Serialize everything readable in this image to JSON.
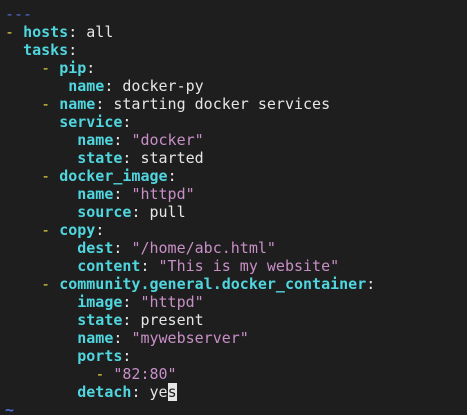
{
  "editor": {
    "lines": [
      {
        "indent": "",
        "parts": [
          {
            "t": "---",
            "c": "docstart"
          }
        ]
      },
      {
        "indent": "",
        "parts": [
          {
            "t": "- ",
            "c": "dash"
          },
          {
            "t": "hosts",
            "c": "key"
          },
          {
            "t": ": all",
            "c": "plain"
          }
        ]
      },
      {
        "indent": "  ",
        "parts": [
          {
            "t": "tasks",
            "c": "key"
          },
          {
            "t": ":",
            "c": "plain"
          }
        ]
      },
      {
        "indent": "    ",
        "parts": [
          {
            "t": "- ",
            "c": "dash"
          },
          {
            "t": "pip",
            "c": "key"
          },
          {
            "t": ":",
            "c": "plain"
          }
        ]
      },
      {
        "indent": "       ",
        "parts": [
          {
            "t": "name",
            "c": "key"
          },
          {
            "t": ": docker-py",
            "c": "plain"
          }
        ]
      },
      {
        "indent": "    ",
        "parts": [
          {
            "t": "- ",
            "c": "dash"
          },
          {
            "t": "name",
            "c": "key"
          },
          {
            "t": ": starting docker services",
            "c": "plain"
          }
        ]
      },
      {
        "indent": "      ",
        "parts": [
          {
            "t": "service",
            "c": "key"
          },
          {
            "t": ":",
            "c": "plain"
          }
        ]
      },
      {
        "indent": "        ",
        "parts": [
          {
            "t": "name",
            "c": "key"
          },
          {
            "t": ": ",
            "c": "plain"
          },
          {
            "t": "\"docker\"",
            "c": "str"
          }
        ]
      },
      {
        "indent": "        ",
        "parts": [
          {
            "t": "state",
            "c": "key"
          },
          {
            "t": ": started",
            "c": "plain"
          }
        ]
      },
      {
        "indent": "    ",
        "parts": [
          {
            "t": "- ",
            "c": "dash"
          },
          {
            "t": "docker_image",
            "c": "key"
          },
          {
            "t": ":",
            "c": "plain"
          }
        ]
      },
      {
        "indent": "        ",
        "parts": [
          {
            "t": "name",
            "c": "key"
          },
          {
            "t": ": ",
            "c": "plain"
          },
          {
            "t": "\"httpd\"",
            "c": "str"
          }
        ]
      },
      {
        "indent": "        ",
        "parts": [
          {
            "t": "source",
            "c": "key"
          },
          {
            "t": ": pull",
            "c": "plain"
          }
        ]
      },
      {
        "indent": "    ",
        "parts": [
          {
            "t": "- ",
            "c": "dash"
          },
          {
            "t": "copy",
            "c": "key"
          },
          {
            "t": ":",
            "c": "plain"
          }
        ]
      },
      {
        "indent": "        ",
        "parts": [
          {
            "t": "dest",
            "c": "key"
          },
          {
            "t": ": ",
            "c": "plain"
          },
          {
            "t": "\"/home/abc.html\"",
            "c": "str"
          }
        ]
      },
      {
        "indent": "        ",
        "parts": [
          {
            "t": "content",
            "c": "key"
          },
          {
            "t": ": ",
            "c": "plain"
          },
          {
            "t": "\"This is my website\"",
            "c": "str"
          }
        ]
      },
      {
        "indent": "    ",
        "parts": [
          {
            "t": "- ",
            "c": "dash"
          },
          {
            "t": "community.general.docker_container",
            "c": "key"
          },
          {
            "t": ":",
            "c": "plain"
          }
        ]
      },
      {
        "indent": "        ",
        "parts": [
          {
            "t": "image",
            "c": "key"
          },
          {
            "t": ": ",
            "c": "plain"
          },
          {
            "t": "\"httpd\"",
            "c": "str"
          }
        ]
      },
      {
        "indent": "        ",
        "parts": [
          {
            "t": "state",
            "c": "key"
          },
          {
            "t": ": present",
            "c": "plain"
          }
        ]
      },
      {
        "indent": "        ",
        "parts": [
          {
            "t": "name",
            "c": "key"
          },
          {
            "t": ": ",
            "c": "plain"
          },
          {
            "t": "\"mywebserver\"",
            "c": "str"
          }
        ]
      },
      {
        "indent": "        ",
        "parts": [
          {
            "t": "ports",
            "c": "key"
          },
          {
            "t": ":",
            "c": "plain"
          }
        ]
      },
      {
        "indent": "          ",
        "parts": [
          {
            "t": "- ",
            "c": "dash"
          },
          {
            "t": "\"82:80\"",
            "c": "str"
          }
        ]
      },
      {
        "indent": "        ",
        "parts": [
          {
            "t": "detach",
            "c": "key"
          },
          {
            "t": ": ye",
            "c": "plain"
          },
          {
            "t": "s",
            "c": "cursor"
          }
        ]
      },
      {
        "indent": "",
        "parts": [
          {
            "t": "~",
            "c": "tilde"
          }
        ]
      }
    ]
  },
  "colors": {
    "background": "#1e1e1e",
    "key": "#4fd6df",
    "dash": "#e5d63a",
    "string": "#c88fc7",
    "plain": "#e6e6e6",
    "doc_marker": "#4d6fd8"
  }
}
